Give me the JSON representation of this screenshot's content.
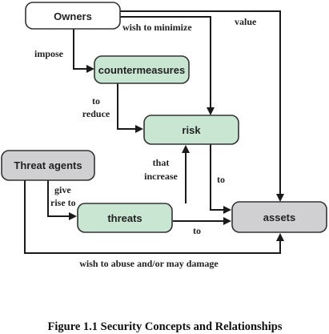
{
  "nodes": {
    "owners": {
      "label": "Owners",
      "fill": "#ffffff"
    },
    "countermeasures": {
      "label": "countermeasures",
      "fill": "#c8e6d2"
    },
    "risk": {
      "label": "risk",
      "fill": "#c8e6d2"
    },
    "threat_agents": {
      "label": "Threat agents",
      "fill": "#d0d0d2"
    },
    "threats": {
      "label": "threats",
      "fill": "#c8e6d2"
    },
    "assets": {
      "label": "assets",
      "fill": "#d0d0d2"
    }
  },
  "edges": {
    "wish_to_minimize": "wish to minimize",
    "value": "value",
    "impose": "impose",
    "to_reduce_1": "to",
    "to_reduce_2": "reduce",
    "that_increase_1": "that",
    "that_increase_2": "increase",
    "give_rise_1": "give",
    "give_rise_2": "rise to",
    "risk_to_assets": "to",
    "threats_to_assets": "to",
    "abuse": "wish to abuse and/or may damage"
  },
  "caption": "Figure 1.1  Security Concepts and Relationships"
}
